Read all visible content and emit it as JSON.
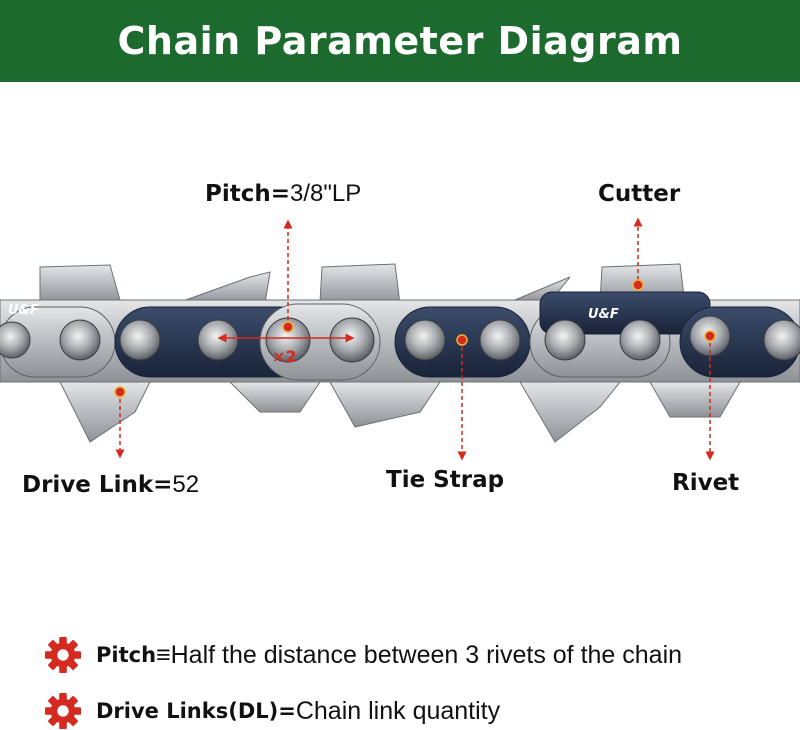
{
  "title": "Chain Parameter Diagram",
  "labels": {
    "pitch": {
      "name": "Pitch=",
      "value": "3/8\"LP"
    },
    "cutter": {
      "name": "Cutter"
    },
    "drive_link": {
      "name": "Drive Link=",
      "value": "52"
    },
    "tie_strap": {
      "name": "Tie Strap"
    },
    "rivet": {
      "name": "Rivet"
    }
  },
  "brand_mark": "U&F",
  "pitch_marker": "×2",
  "legend": [
    {
      "term": "Pitch",
      "sep": "≡",
      "desc": "Half the distance between 3 rivets of the chain"
    },
    {
      "term": "Drive Links(DL)",
      "sep": "=",
      "desc": "Chain link quantity"
    }
  ],
  "colors": {
    "banner": "#1d6a2f",
    "arrow": "#d42a1f",
    "gear": "#d42a1f",
    "link_dark": "#2b3a55",
    "steel": "#b9bcc0"
  }
}
